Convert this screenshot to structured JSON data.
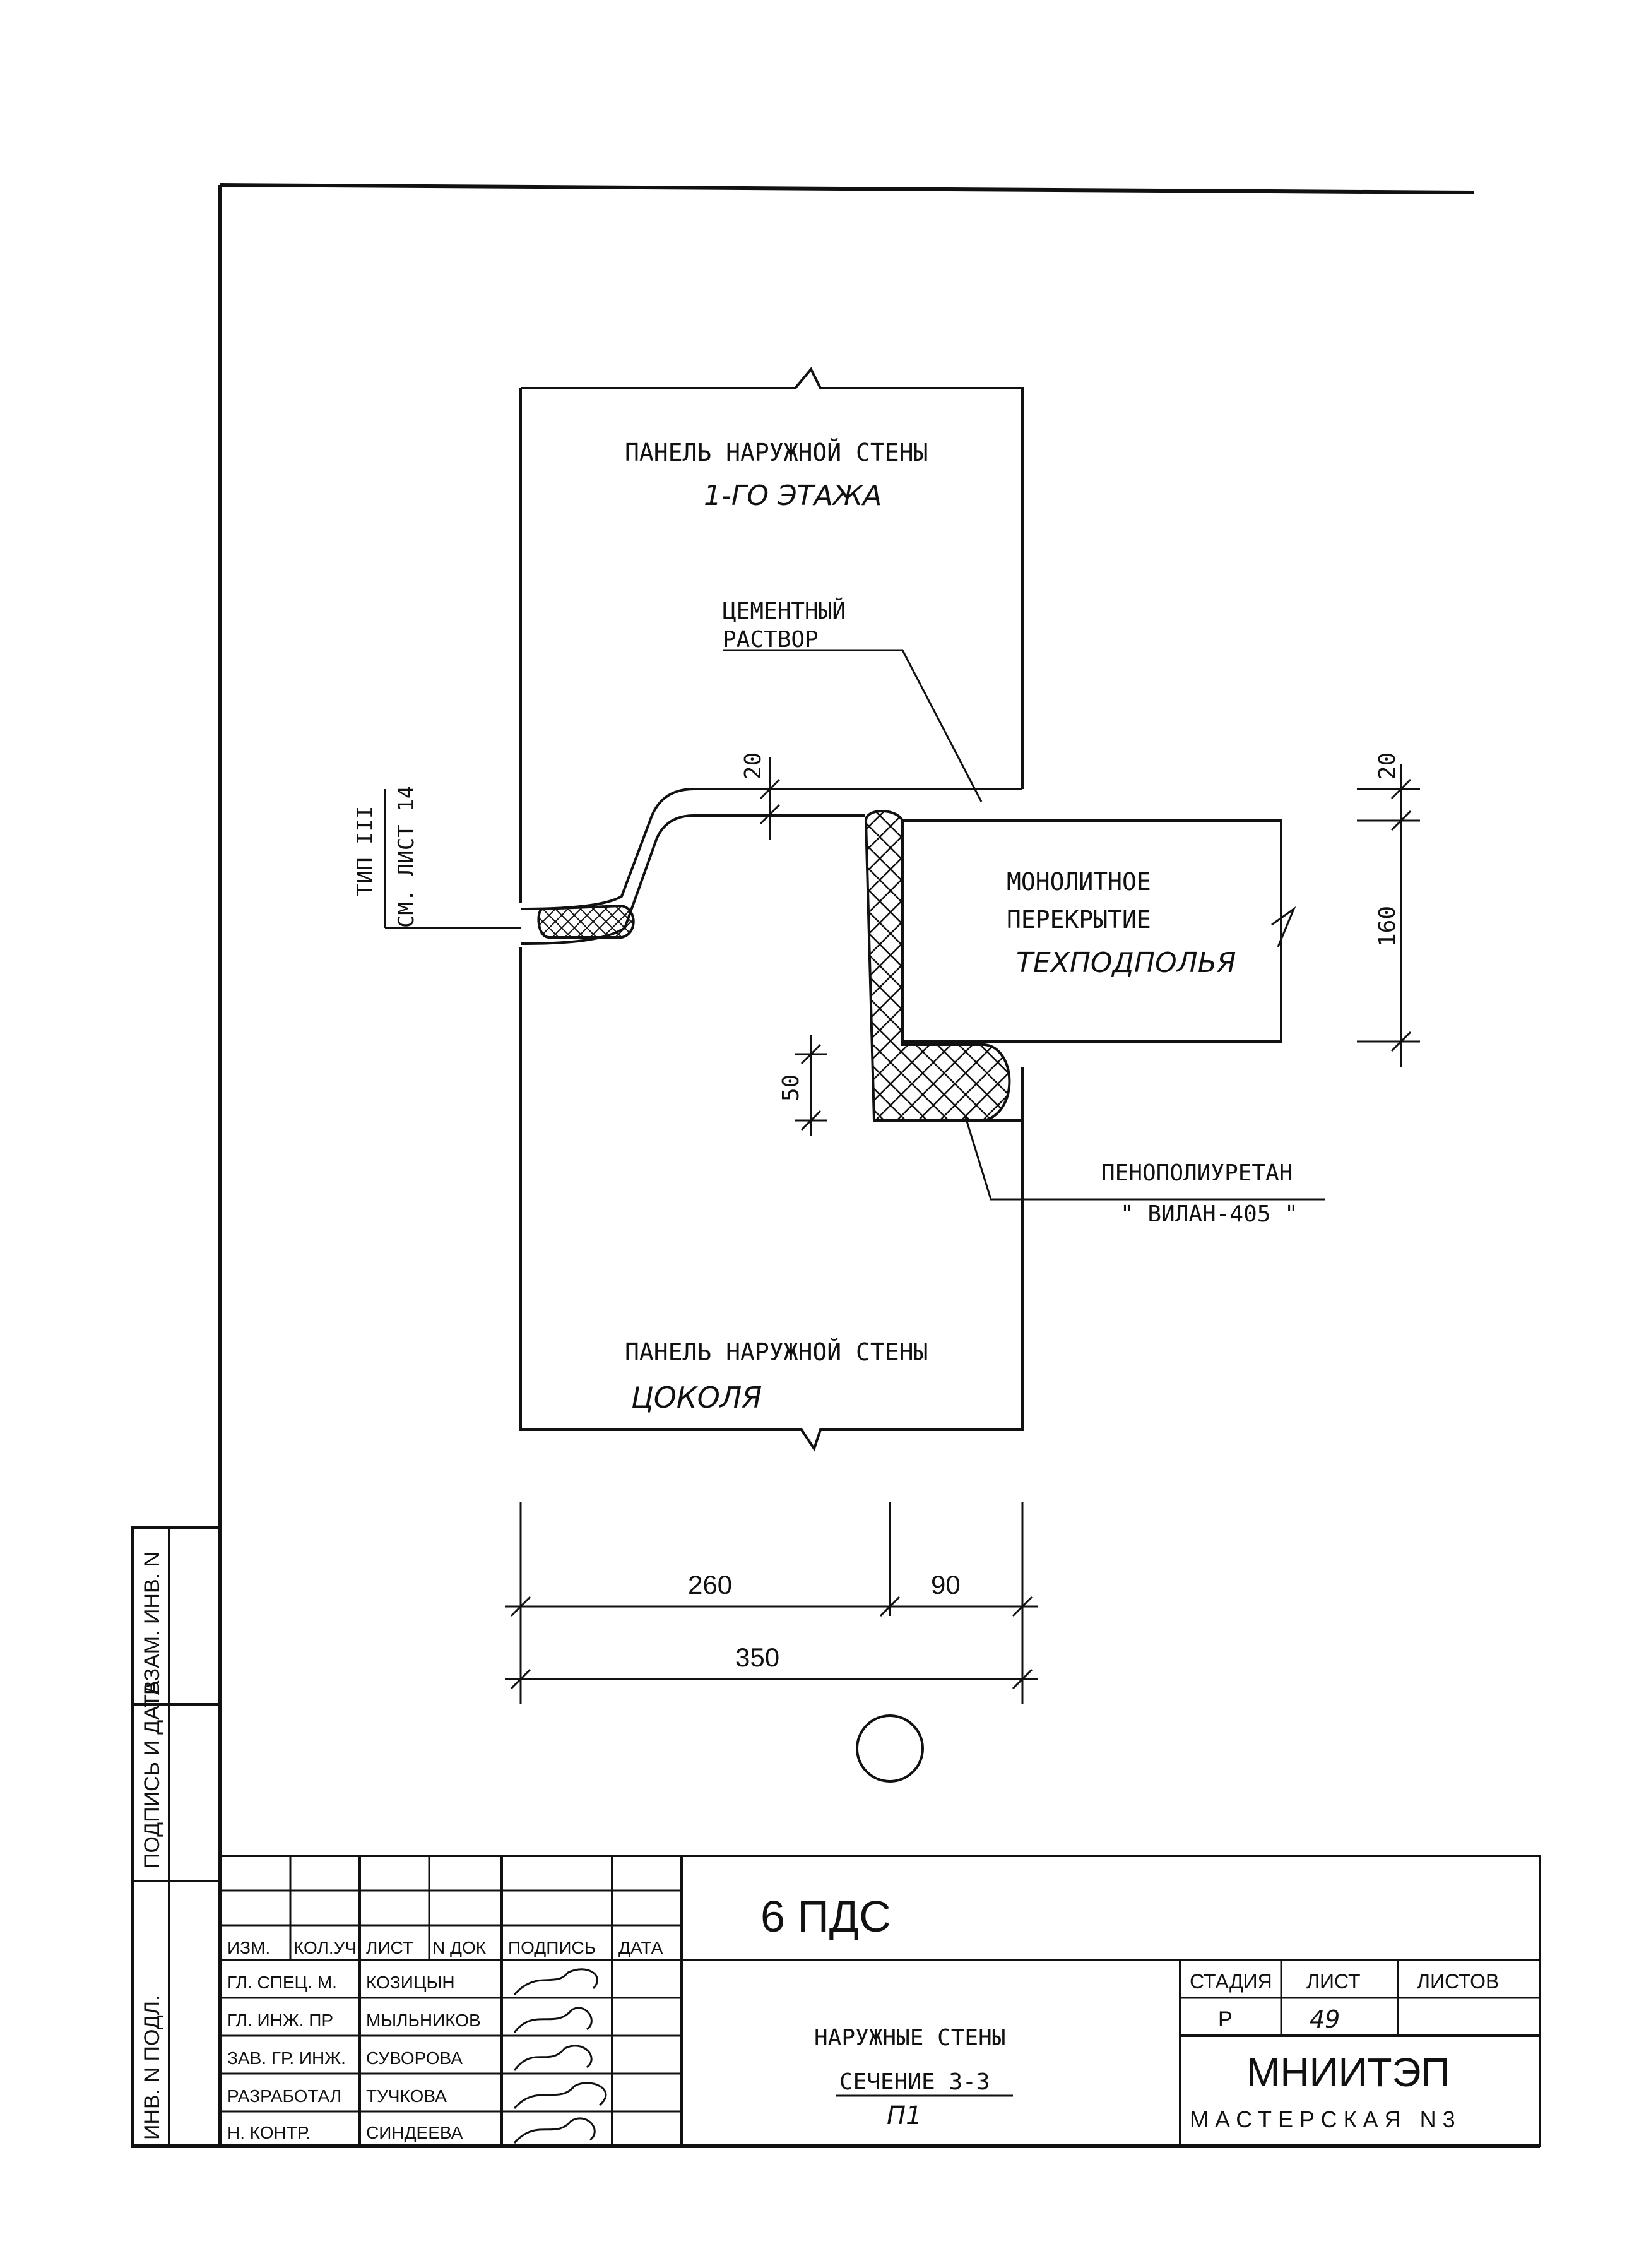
{
  "drawing": {
    "upper_panel_label": "ПАНЕЛЬ НАРУЖНОЙ СТЕНЫ",
    "upper_panel_sub": "1-ГО ЭТАЖА",
    "cement_label_1": "ЦЕМЕНТНЫЙ",
    "cement_label_2": "РАСТВОР",
    "type_label_1": "ТИП III",
    "type_label_2": "СМ. ЛИСТ 14",
    "slab_label_1": "МОНОЛИТНОЕ",
    "slab_label_2": "ПЕРЕКРЫТИЕ",
    "slab_label_3": "ТЕХПОДПОЛЬЯ",
    "foam_label_1": "ПЕНОПОЛИУРЕТАН",
    "foam_label_2": "\" ВИЛАН-405 \"",
    "lower_panel_label": "ПАНЕЛЬ НАРУЖНОЙ СТЕНЫ",
    "lower_panel_sub": "ЦОКОЛЯ",
    "dim_20_top": "20",
    "dim_20_right": "20",
    "dim_160": "160",
    "dim_50": "50",
    "dim_260": "260",
    "dim_90": "90",
    "dim_350": "350"
  },
  "side_stamp": {
    "field_1": "ИНВ. N ПОДЛ.",
    "field_2": "ПОДПИСЬ И ДАТА",
    "field_3": "ВЗАМ. ИНВ. N"
  },
  "title_block": {
    "code": "6 ПДС",
    "headers": [
      "ИЗМ.",
      "КОЛ.УЧ.",
      "ЛИСТ",
      "N ДОК",
      "ПОДПИСЬ",
      "ДАТА"
    ],
    "roles": [
      "ГЛ. СПЕЦ. М.",
      "ГЛ. ИНЖ. ПР",
      "ЗАВ. ГР. ИНЖ.",
      "РАЗРАБОТАЛ",
      "Н. КОНТР."
    ],
    "names": [
      "КОЗИЦЫН",
      "МЫЛЬНИКОВ",
      "СУВОРОВА",
      "ТУЧКОВА",
      "СИНДЕЕВА"
    ],
    "drawing_title": "НАРУЖНЫЕ СТЕНЫ",
    "section": "СЕЧЕНИЕ 3-3",
    "sub": "П1",
    "stage_label": "СТАДИЯ",
    "sheet_label": "ЛИСТ",
    "sheets_label": "ЛИСТОВ",
    "stage": "Р",
    "sheet": "49",
    "sheets": "",
    "org": "МНИИТЭП",
    "workshop": "МАСТЕРСКАЯ N3"
  }
}
